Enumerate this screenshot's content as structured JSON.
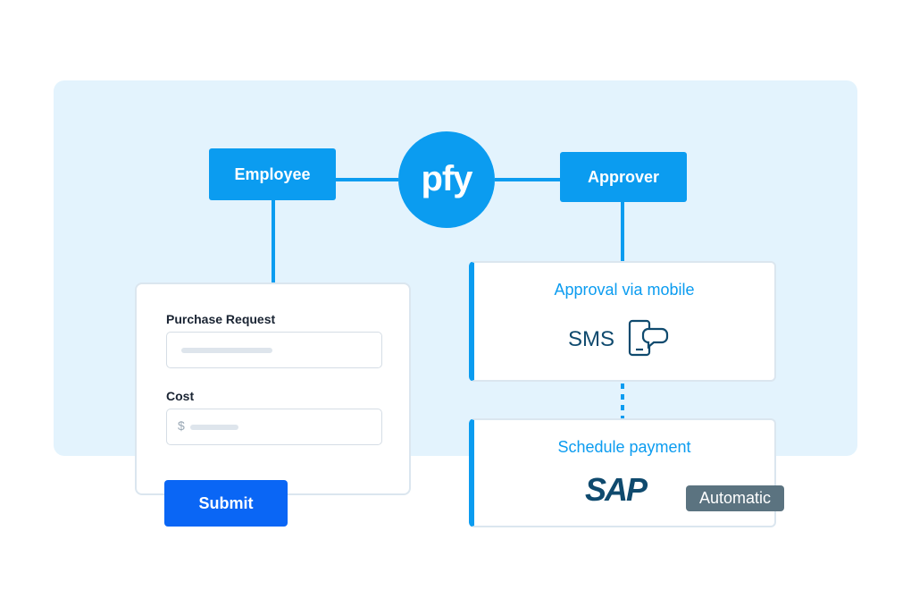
{
  "nodes": {
    "employee": "Employee",
    "approver": "Approver",
    "logo_text": "pfy"
  },
  "form": {
    "purchase_label": "Purchase Request",
    "cost_label": "Cost",
    "currency_symbol": "$",
    "submit_label": "Submit"
  },
  "approval_card": {
    "title": "Approval via mobile",
    "method": "SMS",
    "icon": "phone-chat-icon"
  },
  "payment_card": {
    "title": "Schedule payment",
    "logo_text": "SAP",
    "badge": "Automatic"
  },
  "colors": {
    "accent": "#0b9cf0",
    "submit": "#0a66f5",
    "panel": "#e3f3fd",
    "badge": "#5b7380",
    "sms_text": "#0f4a6e"
  }
}
